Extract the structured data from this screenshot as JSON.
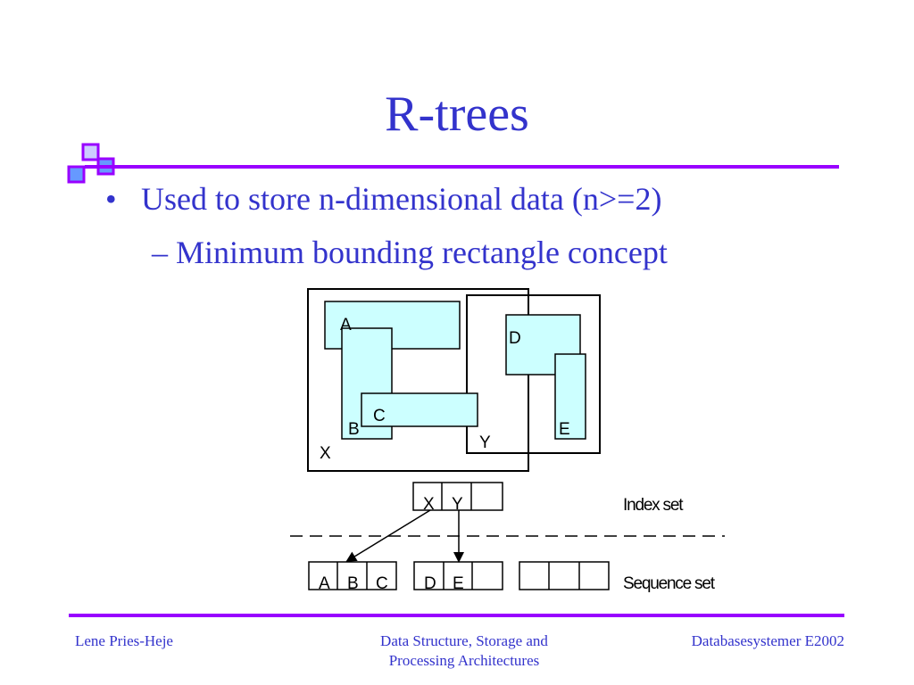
{
  "slide": {
    "title": "R-trees",
    "bullet": "Used to store n-dimensional data (n>=2)",
    "subbullet": "– Minimum bounding  rectangle concept"
  },
  "diagram": {
    "rect_labels": {
      "A": "A",
      "B": "B",
      "C": "C",
      "D": "D",
      "E": "E",
      "X": "X",
      "Y": "Y"
    },
    "index_cells": [
      "X",
      "Y",
      ""
    ],
    "seq_node1": [
      "A",
      "B",
      "C"
    ],
    "seq_node2": [
      "D",
      "E",
      ""
    ],
    "seq_node3": [
      "",
      "",
      ""
    ],
    "index_set_label": "Index set",
    "sequence_set_label": "Sequence set"
  },
  "footer": {
    "left": "Lene Pries-Heje",
    "center_line1": "Data Structure, Storage and",
    "center_line2": "Processing Architectures",
    "right": "Databasesystemer E2002"
  },
  "colors": {
    "title": "#3333cc",
    "rule": "#9900ff",
    "fill": "#ccffff"
  }
}
